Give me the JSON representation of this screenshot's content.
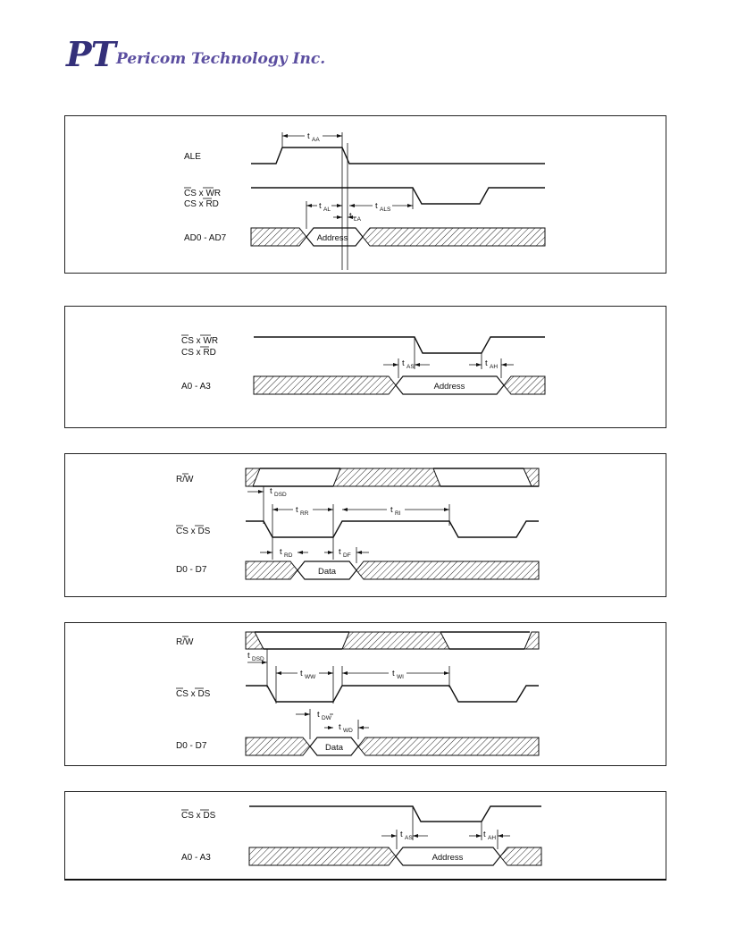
{
  "header": {
    "logo_mark": "PT",
    "company": "Pericom Technology Inc."
  },
  "diagrams": [
    {
      "signals": [
        "ALE",
        "CS x WR",
        "CS x RD",
        "AD0 - AD7"
      ],
      "bus_label": "Address",
      "timings": [
        {
          "t": "t",
          "sub": "AA"
        },
        {
          "t": "t",
          "sub": "AL"
        },
        {
          "t": "t",
          "sub": "LA"
        },
        {
          "t": "t",
          "sub": "ALS"
        }
      ]
    },
    {
      "signals": [
        "CS x WR",
        "CS x RD",
        "A0 - A3"
      ],
      "bus_label": "Address",
      "timings": [
        {
          "t": "t",
          "sub": "AS"
        },
        {
          "t": "t",
          "sub": "AH"
        }
      ]
    },
    {
      "signals": [
        "R/W",
        "CS x DS",
        "D0 - D7"
      ],
      "bus_label": "Data",
      "timings": [
        {
          "t": "t",
          "sub": "DSD"
        },
        {
          "t": "t",
          "sub": "RR"
        },
        {
          "t": "t",
          "sub": "RI"
        },
        {
          "t": "t",
          "sub": "RD"
        },
        {
          "t": "t",
          "sub": "DF"
        }
      ]
    },
    {
      "signals": [
        "R/W",
        "CS x DS",
        "D0 - D7"
      ],
      "bus_label": "Data",
      "timings": [
        {
          "t": "t",
          "sub": "DSD"
        },
        {
          "t": "t",
          "sub": "WW"
        },
        {
          "t": "t",
          "sub": "WI"
        },
        {
          "t": "t",
          "sub": "DW"
        },
        {
          "t": "t",
          "sub": "WD"
        }
      ]
    },
    {
      "signals": [
        "CS x DS",
        "A0 - A3"
      ],
      "bus_label": "Address",
      "timings": [
        {
          "t": "t",
          "sub": "AS"
        },
        {
          "t": "t",
          "sub": "AH"
        }
      ]
    }
  ]
}
